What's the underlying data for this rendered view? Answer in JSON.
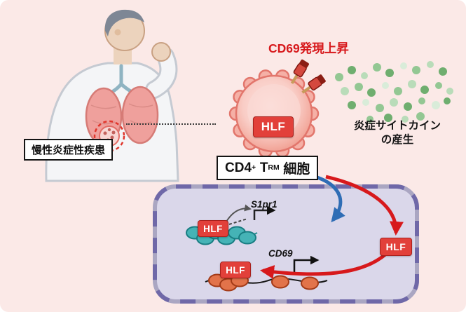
{
  "figure": {
    "disease_label": "慢性炎症性疾患",
    "cd69_label": "CD69発現上昇",
    "cytokine_line1": "炎症サイトカイン",
    "cytokine_line2": "の産生",
    "cell_label": {
      "cd4": "CD4",
      "plus": "+",
      "t": "T",
      "rm": "RM",
      "suffix": "細胞"
    },
    "hlf": "HLF",
    "genes": {
      "s1pr1": "S1pr1",
      "cd69": "CD69"
    }
  },
  "colors": {
    "background": "#fbe9e7",
    "hlf_red": "#e2403a",
    "cd69_text": "#d7191c",
    "cell_membrane": "#e2766c",
    "cell_fill": "#f6b9af",
    "nucleus_fill": "#dad7ea",
    "nucleus_pore_purple": "#6f68a8",
    "nucleus_rim_gray": "#aaa6c2",
    "arrow_blue": "#2f6db5",
    "arrow_red": "#d7191c",
    "chromatin_teal": "#45b3b6",
    "nucleosome_orange": "#e2734a",
    "cytokine_green": "#7fbf7f",
    "label_border": "#141414"
  }
}
